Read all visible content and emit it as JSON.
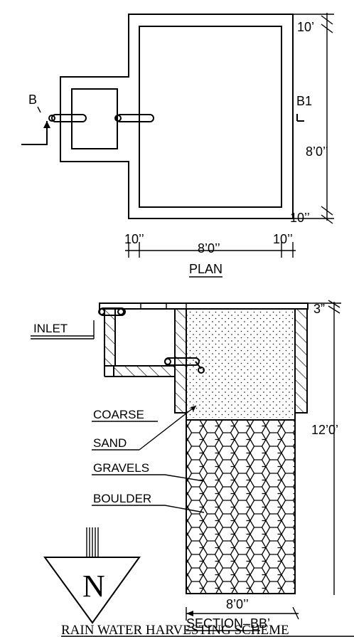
{
  "plan": {
    "title": "PLAN",
    "dim_top_wall": "10’",
    "dim_bottom_wall": "10’’",
    "dim_height": "8’0’’",
    "dim_left_wall": "10’’",
    "dim_width": "8’0’’",
    "dim_right_wall": "10’’",
    "section_mark_left": "B",
    "section_mark_right": "B1"
  },
  "section": {
    "title": "SECTION–BB’",
    "dim_top": "3”",
    "dim_depth": "12’0’",
    "dim_width": "8’0’’",
    "labels": {
      "inlet": "INLET",
      "coarse": "COARSE",
      "sand": "SAND",
      "gravels": "GRAVELS",
      "boulder": "BOULDER"
    }
  },
  "north": {
    "letter": "N"
  },
  "scheme_title": "RAIN WATER HARVESTING SCHEME"
}
